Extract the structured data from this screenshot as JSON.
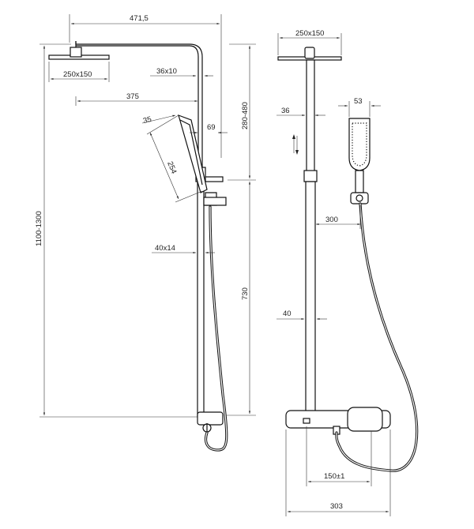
{
  "left_view": {
    "dims": {
      "total_reach": "471,5",
      "overhead_head": "250x150",
      "arm_section": "36x10",
      "hand_reach": "375",
      "handle_depth": "35",
      "handle_length": "254",
      "offset_69": "69",
      "slide_range": "280-480",
      "rail_section": "40x14",
      "total_height": "1100-1300",
      "mixer_height": "730"
    }
  },
  "right_view": {
    "dims": {
      "overhead_head": "250x150",
      "tube_upper": "36",
      "hand_width": "53",
      "arm_300": "300",
      "tube_lower": "40",
      "centers": "150±1",
      "mixer_width": "303"
    }
  }
}
